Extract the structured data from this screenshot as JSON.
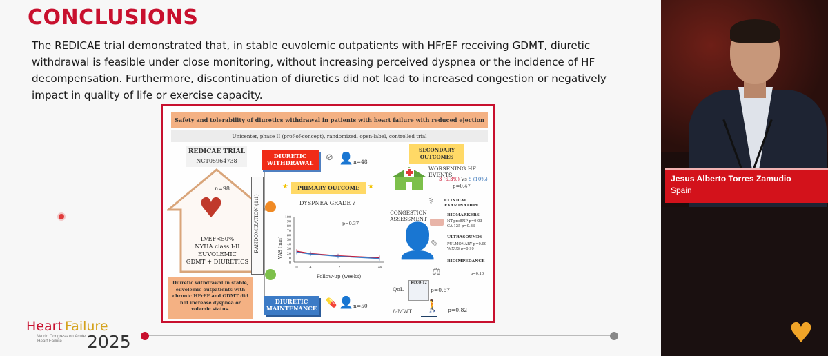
{
  "slide": {
    "title": "CONCLUSIONS",
    "body": "The REDICAE trial demonstrated that, in stable euvolemic outpatients with HFrEF receiving GDMT, diuretic withdrawal is feasible under close monitoring, without increasing perceived dyspnea or the incidence of HF decompensation. Furthermore, discontinuation of diuretics did not lead to increased congestion or negatively impact in quality of life or exercise capacity."
  },
  "abstract": {
    "header": "Safety and tolerability of diuretics withdrawal in patients with heart failure with reduced ejection fraction",
    "subheader": "Unicenter, phase II (prof-of-concept), randomized, open-label, controlled trial",
    "trial_name": "REDICAE TRIAL",
    "trial_id": "NCT05964738",
    "population_n": "n=98",
    "population_criteria": [
      "LVEF<50%",
      "NYHA class I-II",
      "EUVOLEMIC",
      "GDMT + DIURETICS"
    ],
    "summary": "Diuretic withdrawal in stable, euvolemic outpatients with chronic HFrEF and GDMT did not increase dyspnea or volemic status.",
    "randomization_label": "RANDOMIZATION (1:1)",
    "arm_withdrawal": {
      "label": "DIURETIC WITHDRAWAL",
      "n": "n=48"
    },
    "arm_maintenance": {
      "label": "DIURETIC MAINTENANCE",
      "n": "n=50"
    },
    "primary_title": "PRIMARY OUTCOME",
    "dyspnea_title": "DYSPNEA GRADE ?",
    "secondary_title": "SECONDARY OUTCOMES",
    "worsening_title": "WORSENING HF EVENTS",
    "worsening_withdrawal": "3 (6.3%)",
    "worsening_vs": "Vs",
    "worsening_maintenance": "5 (10%)",
    "worsening_p": "p=0.47",
    "congestion_label": "CONGESTION ASSESSMENT",
    "clinical_title": "CLINICAL EXAMINATION",
    "biomarkers_title": "BIOMARKERS",
    "biomarkers_sub": [
      "NT-proBNP p=0.03",
      "CA-125 p=0.83"
    ],
    "ultrasounds_title": "ULTRASOUNDS",
    "ultrasounds_sub": [
      "PULMONARY p=0.99",
      "VeXUS p=0.99"
    ],
    "bioimpedance_title": "BIOIMPEDANCE",
    "bioimpedance_p": "p=0.10",
    "qol_label": "QoL",
    "kccq_label": "KCCQ-12",
    "qol_p": "p=0.67",
    "mwt_label": "6-MWT",
    "mwt_p": "p=0.82"
  },
  "chart_data": {
    "type": "line",
    "title": "DYSPNEA GRADE ?",
    "xlabel": "Follow-up (weeks)",
    "ylabel": "VAS (mm)",
    "x": [
      0,
      4,
      12,
      24
    ],
    "xticks": [
      "0",
      "4",
      "12",
      "24"
    ],
    "yticks": [
      "0",
      "10",
      "20",
      "30",
      "40",
      "50",
      "60",
      "70",
      "80",
      "90",
      "100"
    ],
    "ylim": [
      0,
      100
    ],
    "annotation": "p=0.37",
    "series": [
      {
        "values": [
          24,
          19,
          14,
          10
        ],
        "color": "#c8102e"
      },
      {
        "values": [
          22,
          18,
          13,
          8
        ],
        "color": "#3c7bc6"
      }
    ]
  },
  "logo": {
    "heart": "Heart",
    "failure": "Failure",
    "sub": "World Congress on Acute Heart Failure",
    "year": "2025"
  },
  "speaker": {
    "name": "Jesus Alberto Torres Zamudio",
    "country": "Spain"
  },
  "colors": {
    "accent_red": "#c8102e",
    "lower_third_red": "#d3121b",
    "withdrawal_red": "#f02b17",
    "maintenance_blue": "#3c7bc6",
    "highlight_yellow": "#ffd966",
    "header_orange": "#f4b183"
  }
}
